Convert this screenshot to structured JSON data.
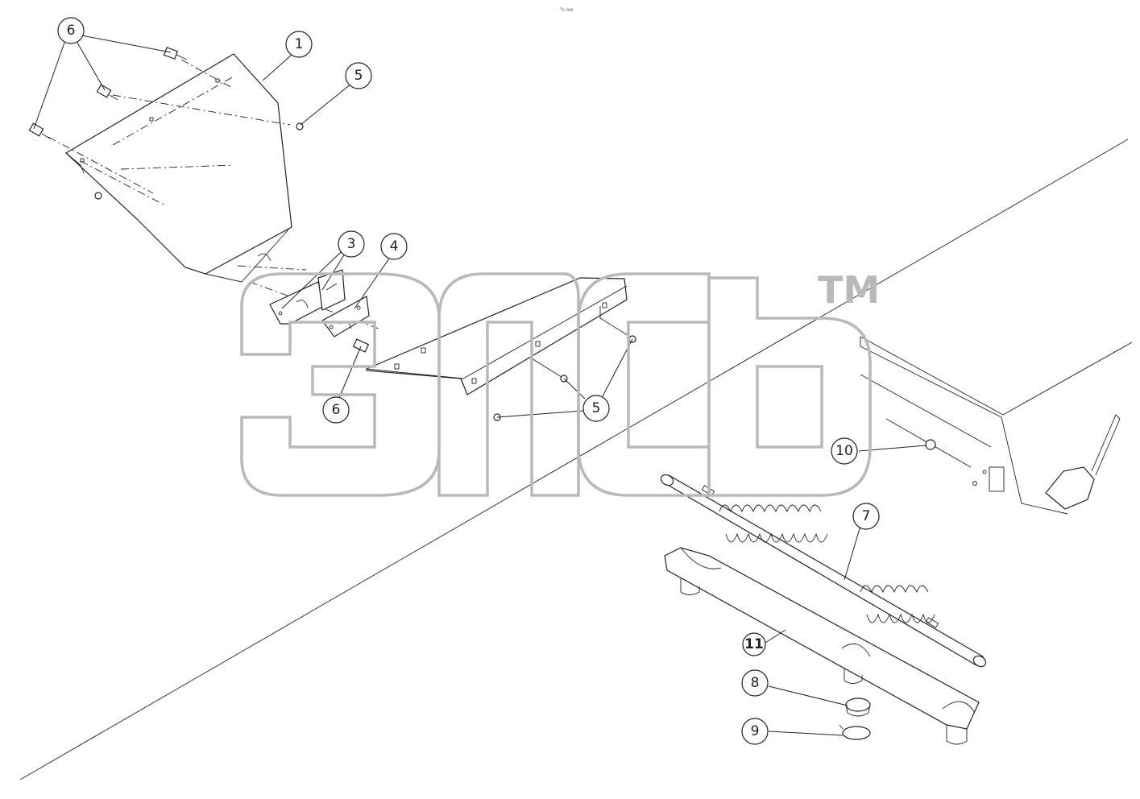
{
  "header": {
    "mark": "⁰₀ ₀₀₀"
  },
  "watermark": {
    "trademark": "TM",
    "color": "#b9b9b9"
  },
  "callouts": [
    {
      "label": "6"
    },
    {
      "label": "1"
    },
    {
      "label": "5"
    },
    {
      "label": "3"
    },
    {
      "label": "4"
    },
    {
      "label": "6"
    },
    {
      "label": "5"
    },
    {
      "label": "10"
    },
    {
      "label": "7"
    },
    {
      "label": "11"
    },
    {
      "label": "8"
    },
    {
      "label": "9"
    }
  ]
}
